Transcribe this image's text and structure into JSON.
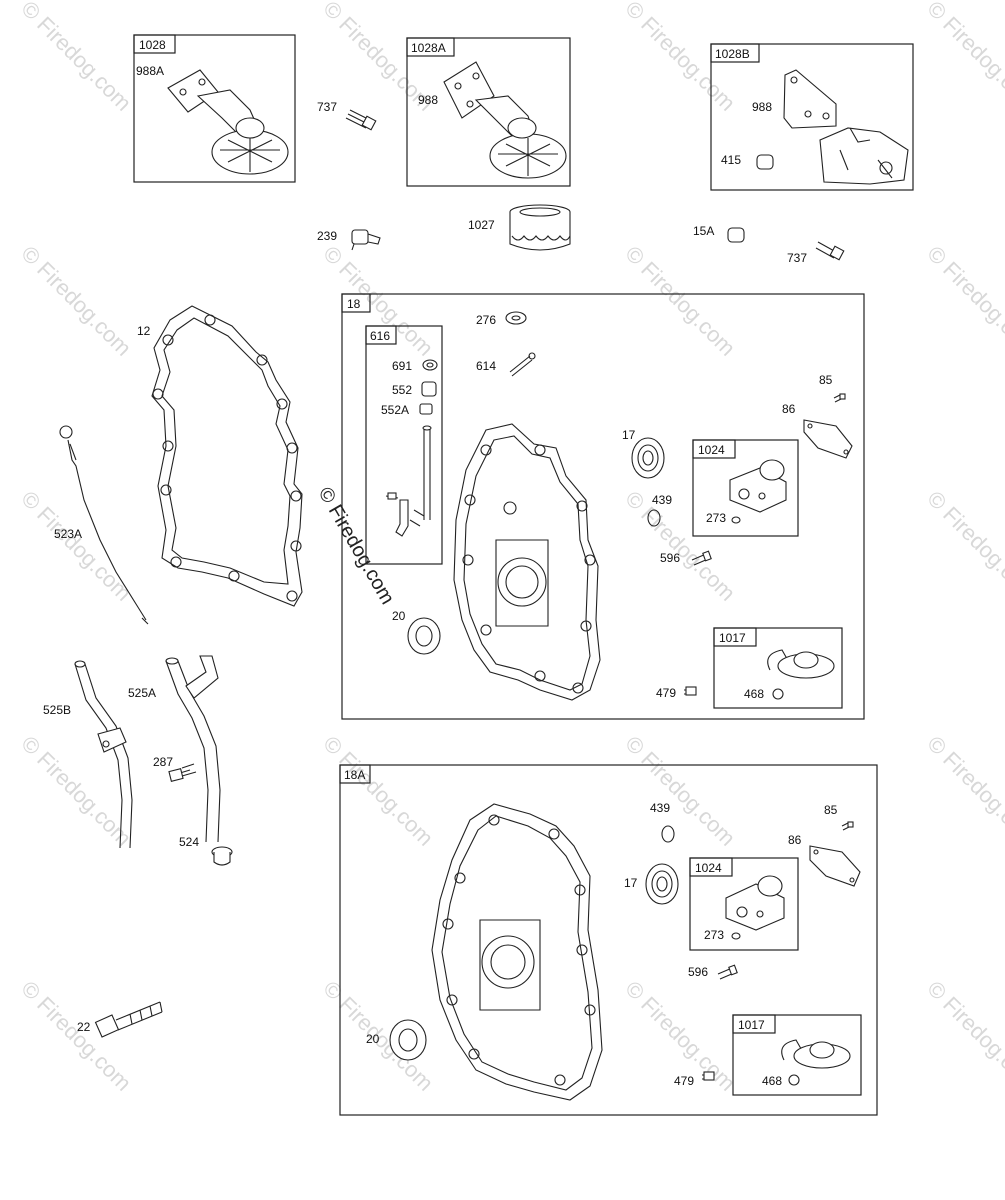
{
  "copyright": "© Firedog.com",
  "watermark": "© Firedog.com",
  "group_boxes": {
    "b1028": "1028",
    "b1028a": "1028A",
    "b1028b": "1028B",
    "b18": "18",
    "b616": "616",
    "b1024": "1024",
    "b1017": "1017",
    "b18a": "18A",
    "b1024a": "1024",
    "b1017a": "1017"
  },
  "callouts": {
    "c988a": "988A",
    "c737a": "737",
    "c988": "988",
    "c988b": "988",
    "c415": "415",
    "c239": "239",
    "c1027": "1027",
    "c15a": "15A",
    "c737b": "737",
    "c12": "12",
    "c276": "276",
    "c691": "691",
    "c552": "552",
    "c552a": "552A",
    "c614": "614",
    "c85": "85",
    "c86": "86",
    "c17": "17",
    "c439": "439",
    "c273": "273",
    "c596": "596",
    "c523a": "523A",
    "c20": "20",
    "c479": "479",
    "c468": "468",
    "c525b": "525B",
    "c525a": "525A",
    "c287": "287",
    "c524": "524",
    "c439b": "439",
    "c85b": "85",
    "c86b": "86",
    "c17b": "17",
    "c273b": "273",
    "c596b": "596",
    "c22": "22",
    "c20b": "20",
    "c479b": "479",
    "c468b": "468"
  }
}
